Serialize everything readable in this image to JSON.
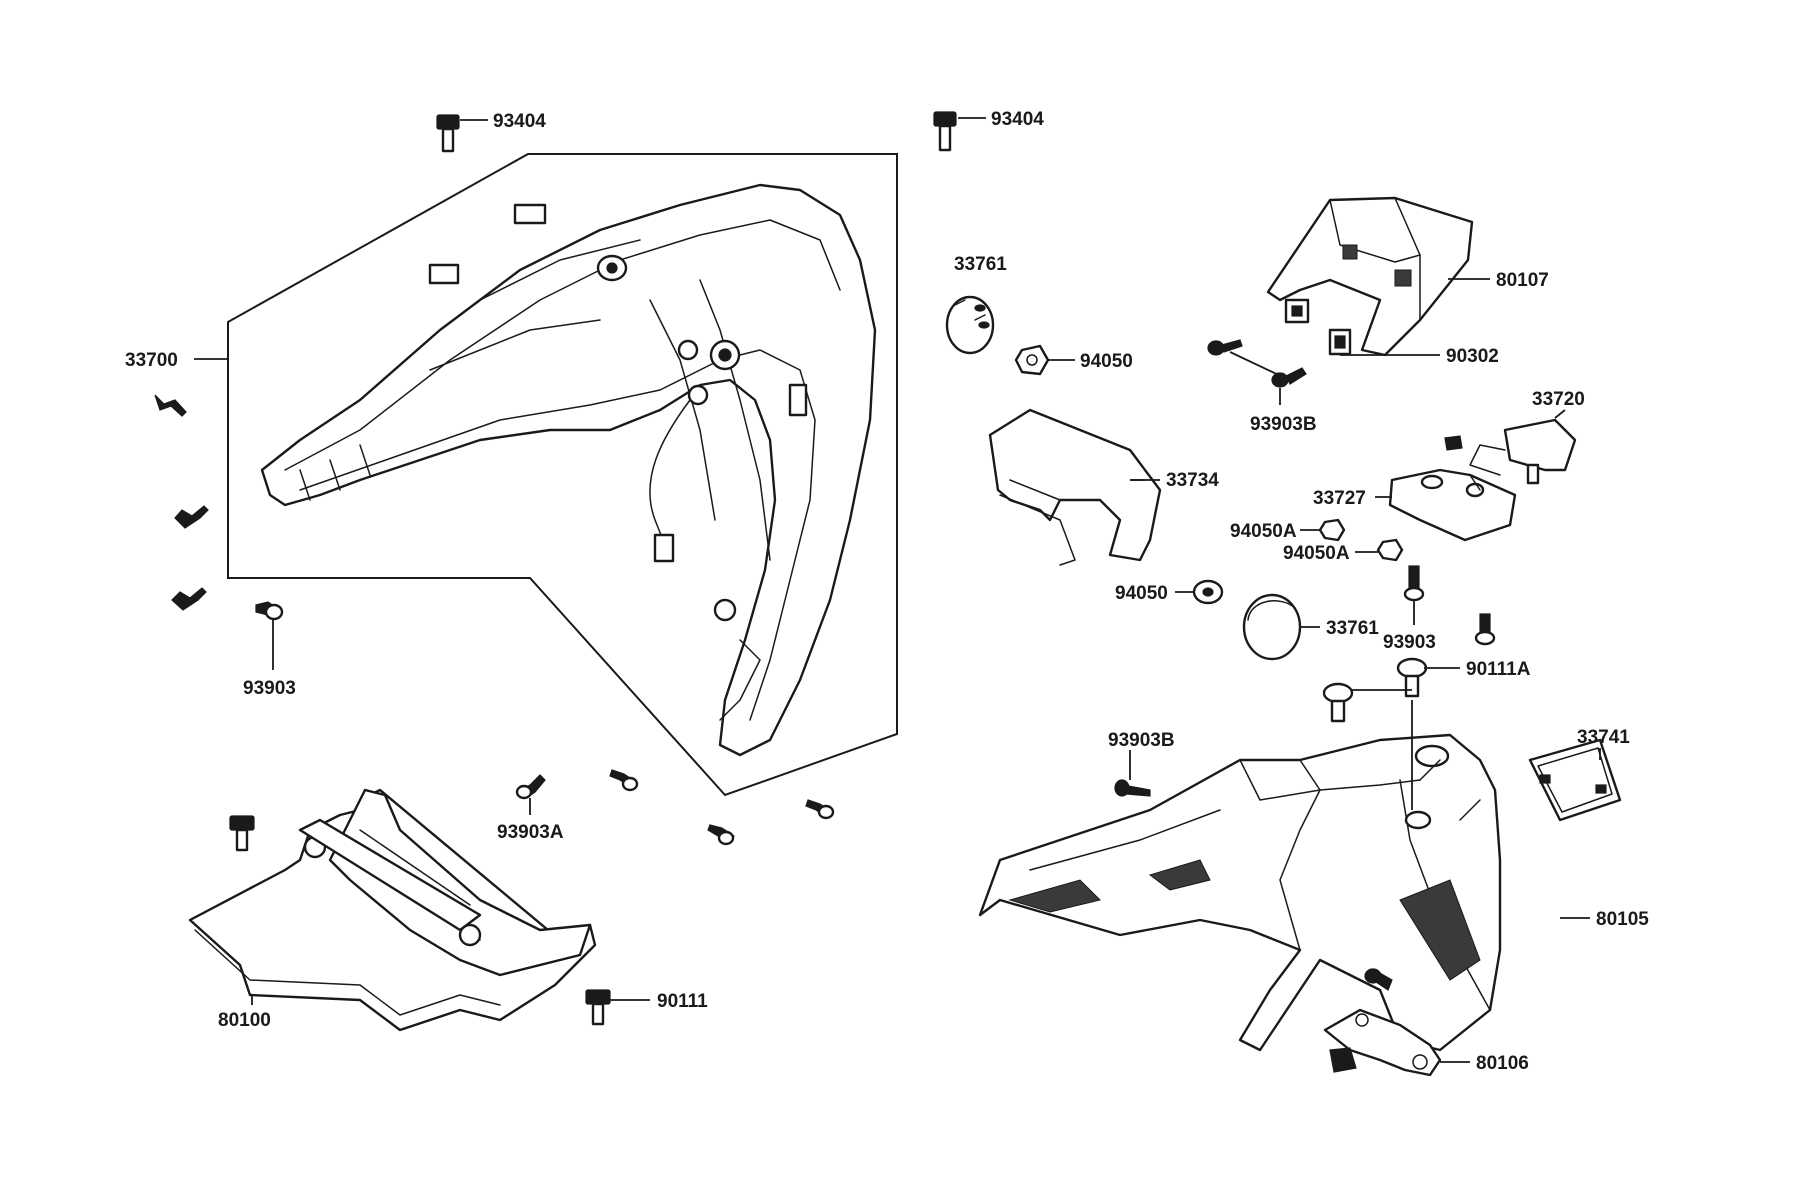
{
  "diagram": {
    "labels": {
      "l93404a": "93404",
      "l93404b": "93404",
      "l33700": "33700",
      "l93903a": "93903",
      "l93903A": "93903A",
      "l80100": "80100",
      "l90111": "90111",
      "l33761a": "33761",
      "l94050a": "94050",
      "l33734": "33734",
      "l94050A1": "94050A",
      "l94050A2": "94050A",
      "l94050b": "94050",
      "l33761b": "33761",
      "l80107": "80107",
      "l90302": "90302",
      "l93903Ba": "93903B",
      "l33720": "33720",
      "l33727": "33727",
      "l93903b": "93903",
      "l90111A": "90111A",
      "l93903Bb": "93903B",
      "l33741": "33741",
      "l80105": "80105",
      "l80106": "80106"
    }
  }
}
